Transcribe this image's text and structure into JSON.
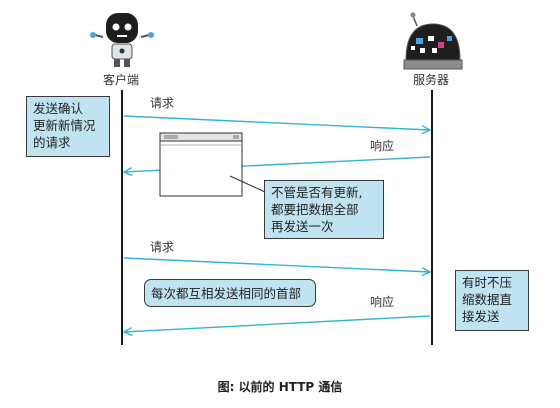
{
  "actors": {
    "client": {
      "label": "客户端",
      "icon": "robot-client-icon"
    },
    "server": {
      "label": "服务器",
      "icon": "robot-server-icon"
    }
  },
  "notes": {
    "client_request": [
      "发送确认",
      "更新新情况",
      "的请求"
    ],
    "full_resend": [
      "不管是否有更新,",
      "都要把数据全部",
      "再发送一次"
    ],
    "same_headers": "每次都互相发送相同的首部",
    "no_compress": [
      "有时不压",
      "缩数据直",
      "接发送"
    ]
  },
  "messages": {
    "request_1": "请求",
    "response_1": "响应",
    "request_2": "请求",
    "response_2": "响应"
  },
  "caption": "图: 以前的 HTTP 通信",
  "colors": {
    "arrow": "#35b3d6",
    "note_fill": "#bfe3f1",
    "lifeline": "#1a1a1a"
  }
}
